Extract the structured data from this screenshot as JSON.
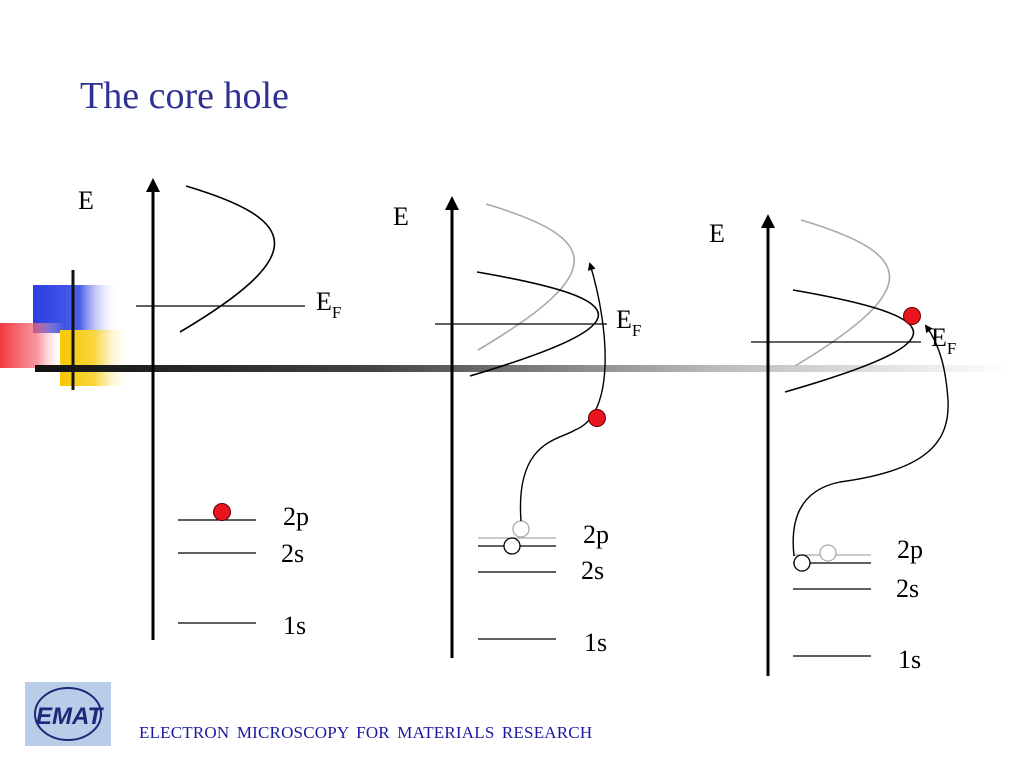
{
  "slide": {
    "title": "The core hole",
    "footer": "ELECTRON  MICROSCOPY  FOR  MATERIALS  RESEARCH",
    "logo_text": "EMAT"
  },
  "colors": {
    "title": "#2e3192",
    "electron": "#e8141e",
    "ghost": "#aaaaaa",
    "deco_blue": "#2b3de0",
    "deco_yellow": "#f5c800",
    "deco_red": "#f0202a"
  },
  "panels": [
    {
      "axis_label": "E",
      "fermi_label": "E",
      "fermi_sub": "F",
      "levels": [
        "2p",
        "2s",
        "1s"
      ]
    },
    {
      "axis_label": "E",
      "fermi_label": "E",
      "fermi_sub": "F",
      "levels": [
        "2p",
        "2s",
        "1s"
      ]
    },
    {
      "axis_label": "E",
      "fermi_label": "E",
      "fermi_sub": "F",
      "levels": [
        "2p",
        "2s",
        "1s"
      ]
    }
  ]
}
